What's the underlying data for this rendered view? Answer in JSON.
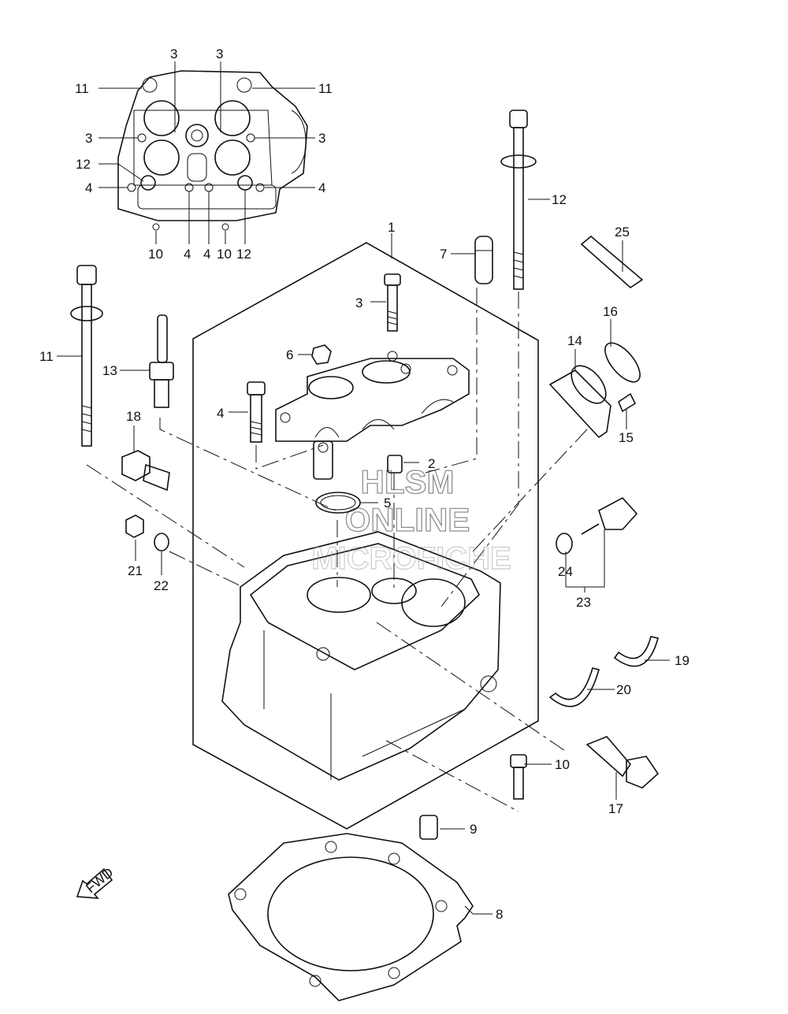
{
  "watermark": {
    "line1": "HLSM",
    "line2": "ONLINE",
    "line3": "MICROFICHE"
  },
  "fwd_label": "FWD",
  "callouts": {
    "c1": "1",
    "c2": "2",
    "c3": "3",
    "c4": "4",
    "c5": "5",
    "c6": "6",
    "c7": "7",
    "c8": "8",
    "c9": "9",
    "c10": "10",
    "c11": "11",
    "c12": "12",
    "c13": "13",
    "c14": "14",
    "c15": "15",
    "c16": "16",
    "c17": "17",
    "c18": "18",
    "c19": "19",
    "c20": "20",
    "c21": "21",
    "c22": "22",
    "c23": "23",
    "c24": "24",
    "c25": "25"
  },
  "inset_callouts": {
    "top_left_3": "3",
    "top_right_3": "3",
    "left_11": "11",
    "right_11": "11",
    "left_3": "3",
    "right_3": "3",
    "left_12": "12",
    "left_4": "4",
    "right_4": "4",
    "bottom_10a": "10",
    "bottom_4a": "4",
    "bottom_4b": "4",
    "bottom_10b": "10",
    "bottom_12": "12"
  }
}
